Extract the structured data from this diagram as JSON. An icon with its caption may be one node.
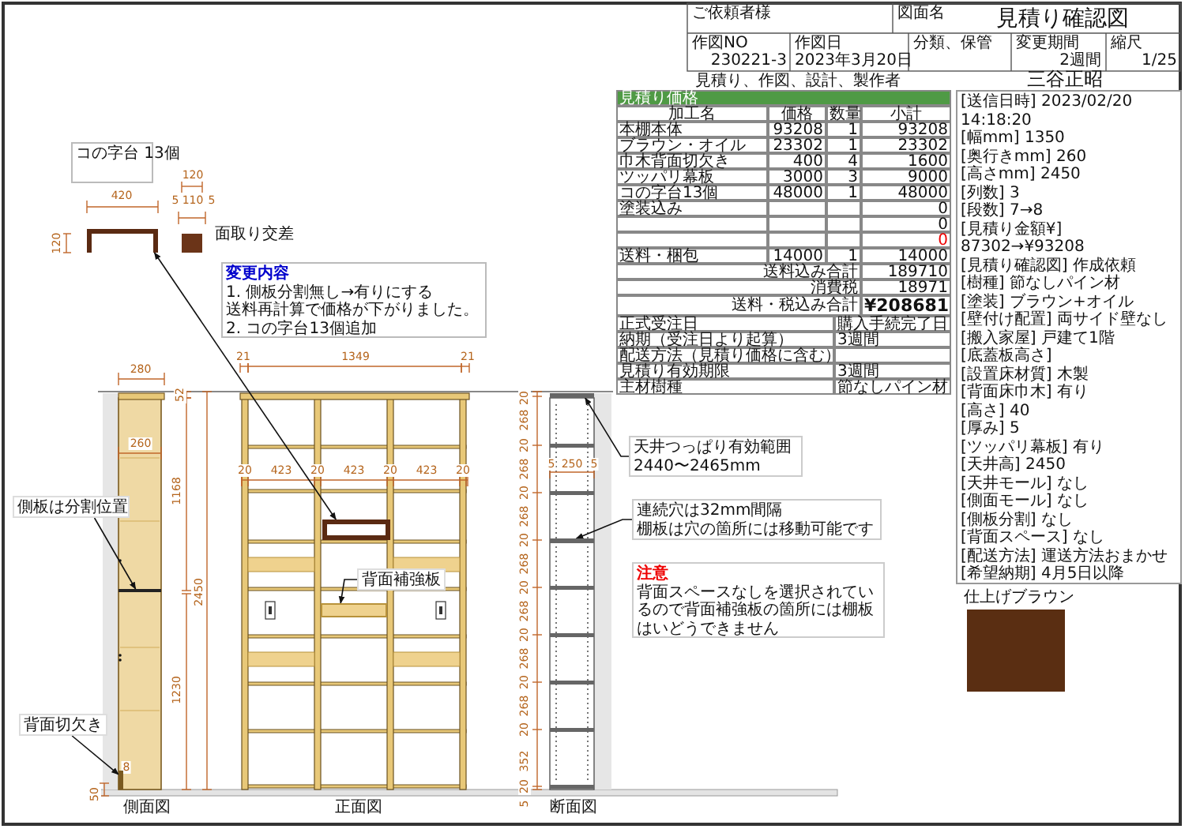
{
  "diagram": {
    "nodes": [
      {
        "text": [
          "コの字台 13個"
        ]
      },
      {
        "text": [],
        "shape": "picture"
      },
      {
        "text": [],
        "shape": "box"
      },
      {
        "text": [
          "変更内容",
          "1. 側板分割無し→有りにする",
          "送料再計算で価格が下がりました。",
          "2. コの字台13個追加"
        ]
      },
      {
        "text": [
          "側板は分割位置"
        ]
      },
      {
        "text": [
          "背面補強板"
        ]
      },
      {
        "text": [
          "背面切欠き"
        ]
      },
      {
        "text": [
          "天井つっぱり有効範囲",
          "2440〜2465mm"
        ]
      },
      {
        "text": [
          "連続穴は32mm間隔",
          "棚板は穴の箇所には移動可能です"
        ]
      },
      {
        "text": [
          "注意",
          "背面スペースなしを選択されているので背面補強板の箇所には棚板はいどうできません"
        ]
      },
      {
        "text": [
          "[送信日時] 2023/02/20 14:18:20",
          "[幅mm] 1350",
          "[奥行きmm] 260",
          "[高さmm] 2450",
          "[列数] 3",
          "[段数] 7→8",
          "[見積り金額¥] 87302→¥93208",
          "[見積り確認図] 作成依頼",
          "[樹種] 節なしパイン材",
          "[塗装] ブラウン+オイル",
          "[壁付け配置] 両サイド壁なし",
          "[搬入家屋] 戸建て1階",
          "[底蓋板高さ]",
          "[設置床材質] 木製",
          "[背面床巾木] 有り",
          "[高さ] 40",
          "[厚み] 5",
          "[ツッパリ幕板] 有り",
          "[天井高] 2450",
          "[天井モール] なし",
          "[側面モール] なし",
          "[側板分割] なし",
          "[背面スペース] なし",
          "[配送方法] 運送方法おまかせ",
          "[希望納期] 4月5日以降"
        ]
      },
      {
        "text": [],
        "shape": "bar"
      },
      {
        "text": [],
        "shape": "bar"
      },
      {
        "text": [],
        "shape": "box"
      },
      {
        "text": [],
        "shape": "bar"
      },
      {
        "text": [],
        "shape": "bar"
      }
    ],
    "edges": [
      {
        "from": 1,
        "to": 2,
        "arrow": "both"
      },
      {
        "from": 4,
        "to": 11,
        "arrow": "to"
      },
      {
        "from": 5,
        "to": 12,
        "arrow": "to"
      },
      {
        "from": 6,
        "to": 13,
        "arrow": "to"
      },
      {
        "from": 7,
        "to": 14,
        "arrow": "to"
      },
      {
        "from": 8,
        "to": 15,
        "arrow": "to"
      }
    ],
    "labels": [
      "ご依頼者様",
      "図面名",
      "見積り確認図",
      "作図NO",
      "230221-3",
      "作図日",
      "2023年3月20日",
      "分類、保管",
      "変更期間",
      "2週間",
      "縮尺",
      "1/25",
      "見積り、作図、設計、製作者",
      "三谷正昭",
      "見積り価格",
      "加工名",
      "価格",
      "数量",
      "小計",
      "本棚本体",
      "93208",
      "1",
      "93208",
      "ブラウン・オイル",
      "23302",
      "1",
      "23302",
      "巾木背面切欠き",
      "400",
      "4",
      "1600",
      "ツッパリ幕板",
      "3000",
      "3",
      "9000",
      "コの字台13個",
      "48000",
      "1",
      "48000",
      "塗装込み",
      "0",
      "0",
      "0",
      "送料・梱包",
      "14000",
      "1",
      "14000",
      "送料込み合計",
      "189710",
      "消費税",
      "18971",
      "送料・税込み合計",
      "¥208681",
      "正式受注日",
      "購入手続完了日",
      "納期（受注日より起算）",
      "3週間",
      "配送方法（見積り価格に含む）",
      "見積り有効期限",
      "3週間",
      "主材樹種",
      "節なしパイン材",
      "420",
      "120",
      "120",
      "5",
      "110",
      "5",
      "面取り交差",
      "280",
      "260",
      "52",
      "1168",
      "2450",
      "1230",
      "8",
      "50",
      "側面図",
      "21",
      "1349",
      "21",
      "20",
      "423",
      "20",
      "423",
      "20",
      "423",
      "20",
      "20",
      "268",
      "20",
      "268",
      "20",
      "268",
      "20",
      "268",
      "20",
      "268",
      "20",
      "268",
      "20",
      "268",
      "20",
      "352",
      "20",
      "5",
      "5",
      "250",
      "5",
      "正面図",
      "断面図",
      "仕上げブラウン"
    ]
  }
}
